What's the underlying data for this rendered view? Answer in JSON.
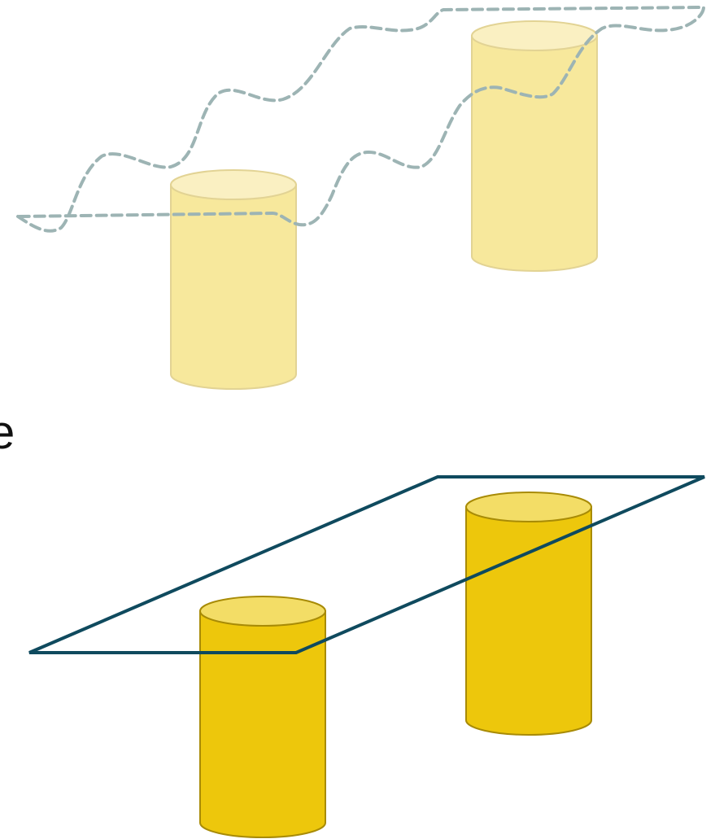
{
  "cut_off_text": "e",
  "colors": {
    "upper_cylinder_fill": "#f7e89c",
    "upper_cylinder_top": "#faf0c2",
    "upper_cylinder_stroke": "#e2d394",
    "wavy_surface_stroke": "#9db4b4",
    "lower_cylinder_fill": "#edc70c",
    "lower_cylinder_top": "#f3dd66",
    "lower_cylinder_stroke": "#a88b06",
    "flat_plane_stroke": "#0f4a5e"
  },
  "panels": [
    {
      "name": "upper",
      "surface": "wavy-dashed",
      "cylinders": 2
    },
    {
      "name": "lower",
      "surface": "flat-solid",
      "cylinders": 2
    }
  ]
}
